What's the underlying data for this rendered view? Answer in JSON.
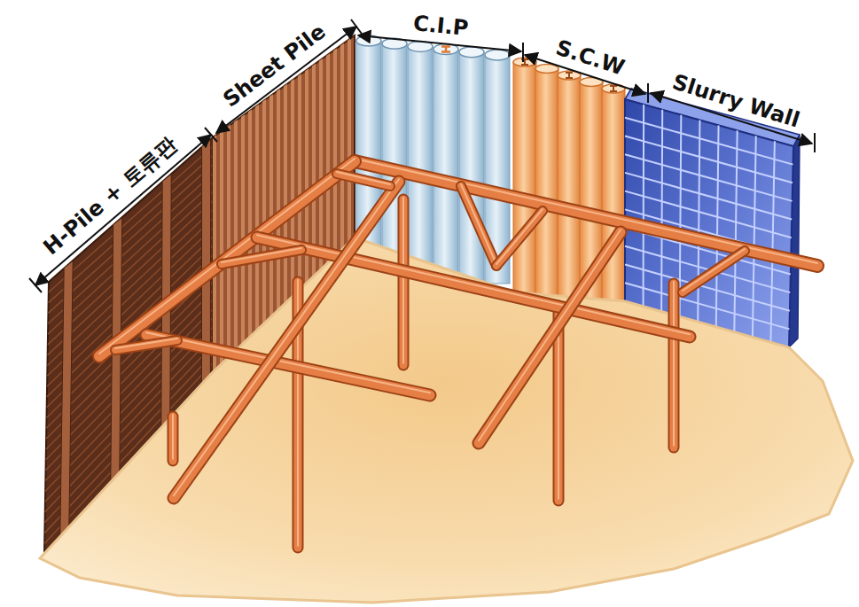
{
  "diagram": {
    "labels": [
      "H-Pile + 토류판",
      "Sheet Pile",
      "C.I.P",
      "S.C.W",
      "Slurry Wall"
    ]
  }
}
